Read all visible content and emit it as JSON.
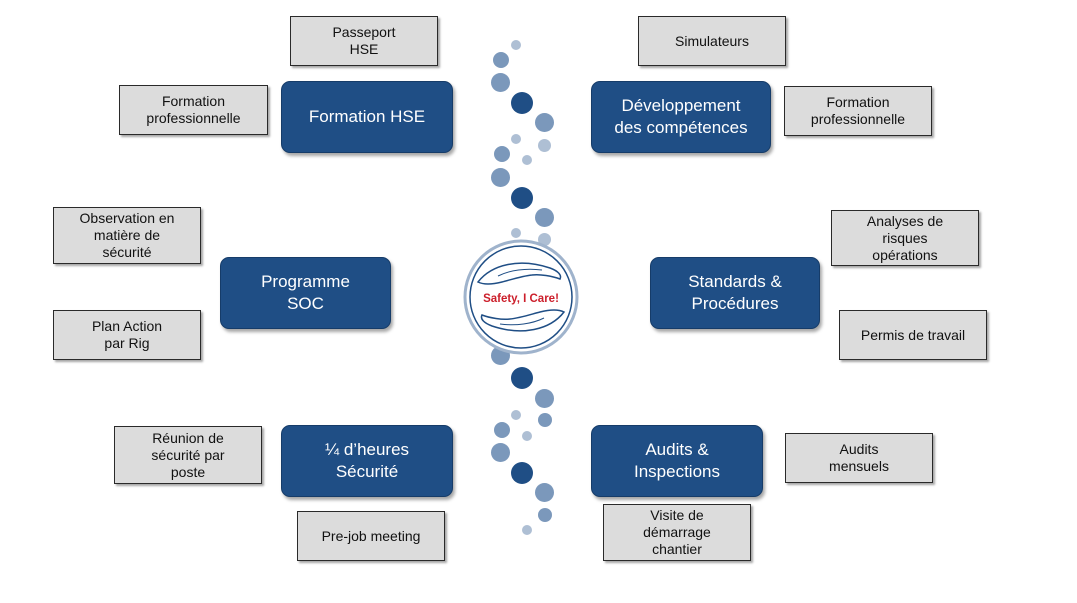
{
  "colors": {
    "main_box": "#1f4e85",
    "sub_box": "#dcdcdc",
    "dot_dark": "#1f4e85",
    "dot_mid": "#7b98bb",
    "dot_light": "#aebfd4",
    "logo_text": "#cc1f2b"
  },
  "logo": {
    "text": "Safety, I Care!"
  },
  "left": {
    "formation_hse": {
      "title": "Formation HSE",
      "subs": [
        "Passeport\nHSE",
        "Formation\nprofessionnelle"
      ]
    },
    "programme_soc": {
      "title": "Programme\nSOC",
      "subs": [
        "Observation en\nmatière de\nsécurité",
        "Plan Action\npar Rig"
      ]
    },
    "quart_heures": {
      "title": "¼ d’heures\nSécurité",
      "subs": [
        "Réunion de\nsécurité par\nposte",
        "Pre-job meeting"
      ]
    }
  },
  "right": {
    "dev_competences": {
      "title": "Développement\ndes compétences",
      "subs": [
        "Simulateurs",
        "Formation\nprofessionnelle"
      ]
    },
    "standards": {
      "title": "Standards &\nProcédures",
      "subs": [
        "Analyses de\nrisques\nopérations",
        "Permis de travail"
      ]
    },
    "audits": {
      "title": "Audits &\nInspections",
      "subs": [
        "Audits\nmensuels",
        "Visite de\ndémarrage\nchantier"
      ]
    }
  }
}
